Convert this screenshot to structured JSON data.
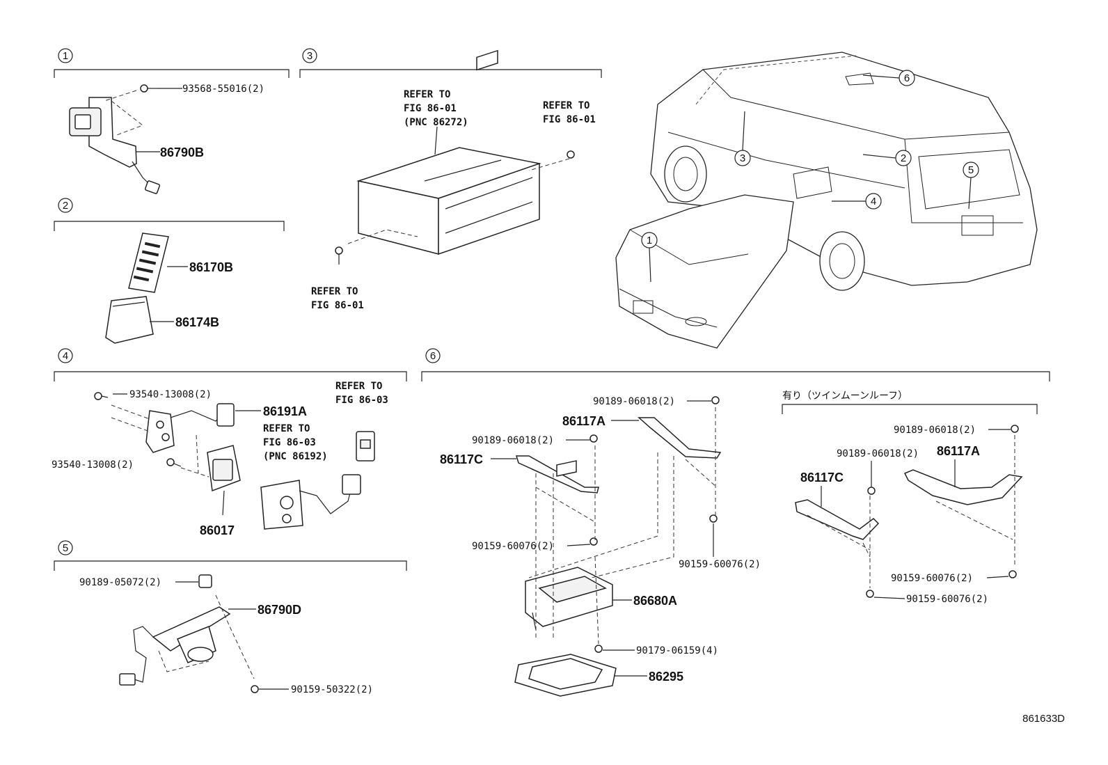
{
  "sections": {
    "s1": {
      "num": "1",
      "labels": {
        "screw": "93568-55016(2)",
        "part": "86790B"
      }
    },
    "s2": {
      "num": "2",
      "labels": {
        "remote": "86170B",
        "holder": "86174B"
      }
    },
    "s3": {
      "num": "3",
      "refer_a": [
        "REFER TO",
        "FIG 86-01",
        "(PNC 86272)"
      ],
      "refer_b": [
        "REFER TO",
        "FIG 86-01"
      ],
      "refer_c": [
        "REFER TO",
        "FIG 86-01"
      ]
    },
    "s4": {
      "num": "4",
      "labels": {
        "screw_top": "93540-13008(2)",
        "conn": "86191A",
        "screw_bot": "93540-13008(2)",
        "unit": "86017"
      },
      "refer_a": [
        "REFER TO",
        "FIG 86-03",
        "(PNC 86192)"
      ],
      "refer_b": [
        "REFER TO",
        "FIG 86-03"
      ]
    },
    "s5": {
      "num": "5",
      "labels": {
        "clip": "90189-05072(2)",
        "camera": "86790D",
        "screw": "90159-50322(2)"
      }
    },
    "s6": {
      "num": "6",
      "variant_label": "有り（ツインムーンルーフ）",
      "labels": {
        "clip_a": "90189-06018(2)",
        "bracket_a": "86117A",
        "clip_b": "90189-06018(2)",
        "bracket_c": "86117C",
        "screw_a": "90159-60076(2)",
        "screw_b": "90159-60076(2)",
        "monitor": "86680A",
        "nut": "90179-06159(4)",
        "bezel": "86295",
        "v_clip_a": "90189-06018(2)",
        "v_clip_b": "90189-06018(2)",
        "v_bracket_a": "86117A",
        "v_bracket_c": "86117C",
        "v_screw_a": "90159-60076(2)",
        "v_screw_b": "90159-60076(2)"
      }
    },
    "car_callouts": [
      "1",
      "2",
      "3",
      "4",
      "5",
      "6"
    ]
  },
  "diagram_code": "861633D"
}
